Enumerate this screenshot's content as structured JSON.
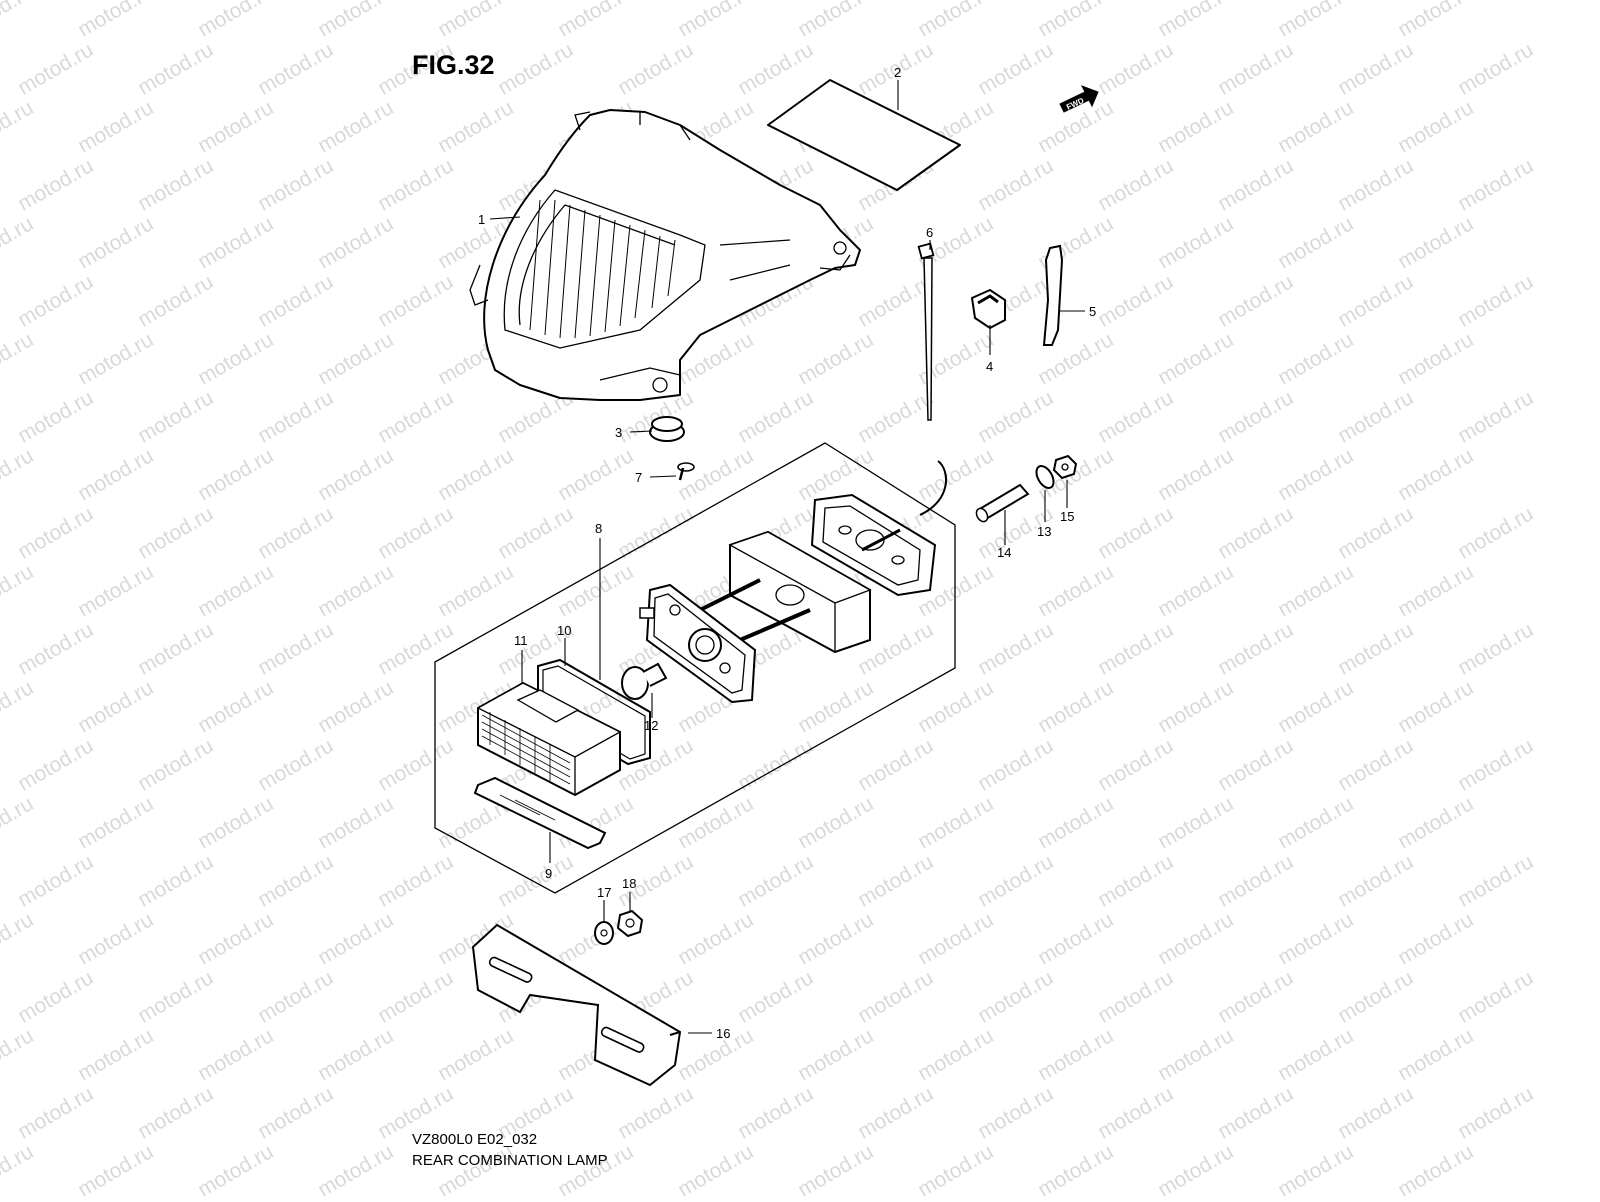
{
  "figure_label": "FIG.32",
  "model_code": "VZ800L0 E02_032",
  "caption": "REAR COMBINATION LAMP",
  "fwd_label": "FWD",
  "watermark_text": "motod.ru",
  "callouts": [
    "1",
    "2",
    "3",
    "4",
    "5",
    "6",
    "7",
    "8",
    "9",
    "10",
    "11",
    "12",
    "13",
    "14",
    "15",
    "16",
    "17",
    "18"
  ]
}
